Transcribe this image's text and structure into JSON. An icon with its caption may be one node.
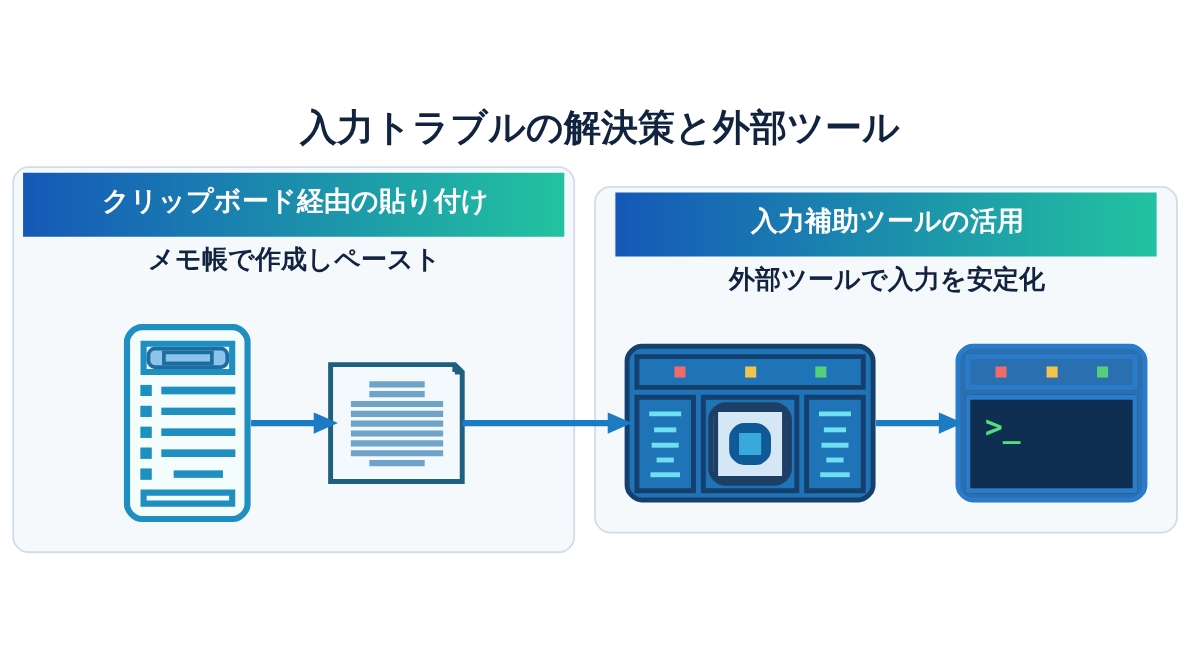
{
  "diagram": {
    "title": "入力トラブルの解決策と外部ツール",
    "nodes": [
      {
        "text": [
          "クリップボード経由の貼り付け",
          "メモ帳で作成しペースト"
        ]
      },
      {
        "text": [],
        "shape": "picture",
        "in": 0
      },
      {
        "text": [],
        "shape": "picture",
        "in": 0
      },
      {
        "text": [
          "入力補助ツールの活用",
          "外部ツールで入力を安定化"
        ]
      },
      {
        "text": [],
        "shape": "picture",
        "in": 3
      },
      {
        "text": [
          ">_"
        ],
        "in": 3
      }
    ],
    "edges": [
      {
        "from": 1,
        "to": 2,
        "arrow": "to"
      },
      {
        "from": 2,
        "to": 4,
        "arrow": "to"
      },
      {
        "from": 4,
        "to": 5,
        "arrow": "to"
      }
    ]
  }
}
